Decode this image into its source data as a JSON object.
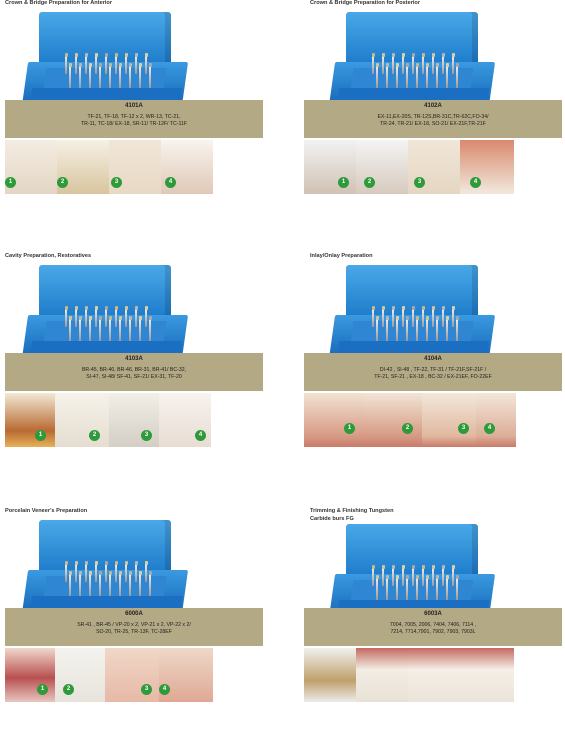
{
  "panels": [
    {
      "title": "Crown & Bridge Preparation for Anterior",
      "code": "4101A",
      "lines": [
        "TF-21, TF-18, TF-12 x 2, WR-13, TC-21,",
        "TR-11,  TC-18/ EX-18, SR-11/ TR-12F/ TC-11F"
      ],
      "steps": [
        "1",
        "2",
        "3",
        "4"
      ]
    },
    {
      "title": "Crown & Bridge Preparation  for Posterior",
      "code": "4102A",
      "lines": [
        "EX-11,EX-20S, TR-12S,BR-31C,TR-62C,FO-34/",
        "TR-24, TR-21/ EX-18, SO-21/ EX-21F,TR-21F"
      ],
      "steps": [
        "1",
        "2",
        "3",
        "4"
      ]
    },
    {
      "title": "Cavity Preparation, Restoratives",
      "code": "4103A",
      "lines": [
        "BR-45, BR-40, BR-46, BR-31, BR-41/ BC-32,",
        "SI-47, SI-48/ SF-41, SF-21/ EX-31, TF-20"
      ],
      "steps": [
        "1",
        "2",
        "3",
        "4"
      ]
    },
    {
      "title": "Inlay/Onlay  Preparation",
      "code": "4104A",
      "lines": [
        "DI-42 , SI-48 , TF-22, TF-31 / TF-21F,SF-21F /",
        "TF-21, SF-21 , EX-18 , BC-32 / EX-21EF, FO-22EF"
      ],
      "steps": [
        "1",
        "2",
        "3",
        "4"
      ]
    },
    {
      "title": "Porcelain Veneer's Preparation",
      "code": "6000A",
      "lines": [
        "SR-41 , BR-45 / VP-20 x 2, VP-21 x 2, VP-22 x 2/",
        "SO-20, TR-25, TR-13F, TC-28EF"
      ],
      "steps": [
        "1",
        "2",
        "3",
        "4"
      ]
    },
    {
      "title": "Trimming & Finishing Tungsten",
      "title2": "Carbide burs FG",
      "code": "6003A",
      "lines": [
        "7004, 7005, 2006, 7404, 7406, 7114 ,",
        "7214, 7714,7901, 7902, 7903, 7903L"
      ],
      "steps": []
    }
  ],
  "colors": {
    "band": "#b3a984",
    "tray": "#1e7ccb",
    "step_badge": "#2e9a3a"
  }
}
